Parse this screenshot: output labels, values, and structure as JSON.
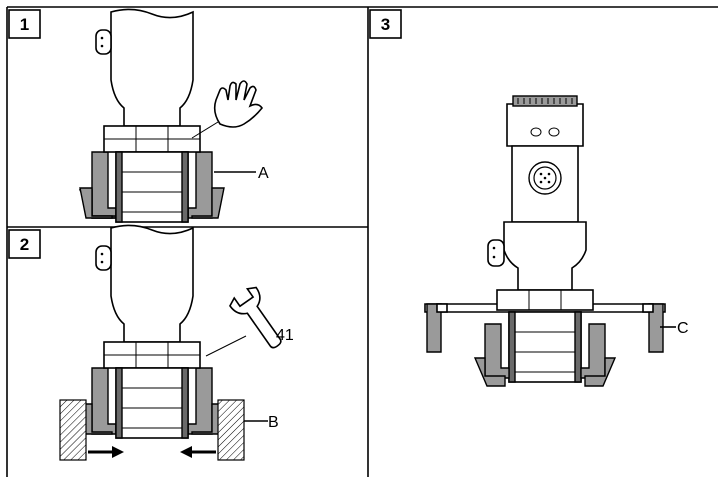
{
  "steps": [
    {
      "number": "1",
      "callout": "A"
    },
    {
      "number": "2",
      "callout": "B",
      "wrench_size": "41"
    },
    {
      "number": "3",
      "callout": "C"
    }
  ]
}
